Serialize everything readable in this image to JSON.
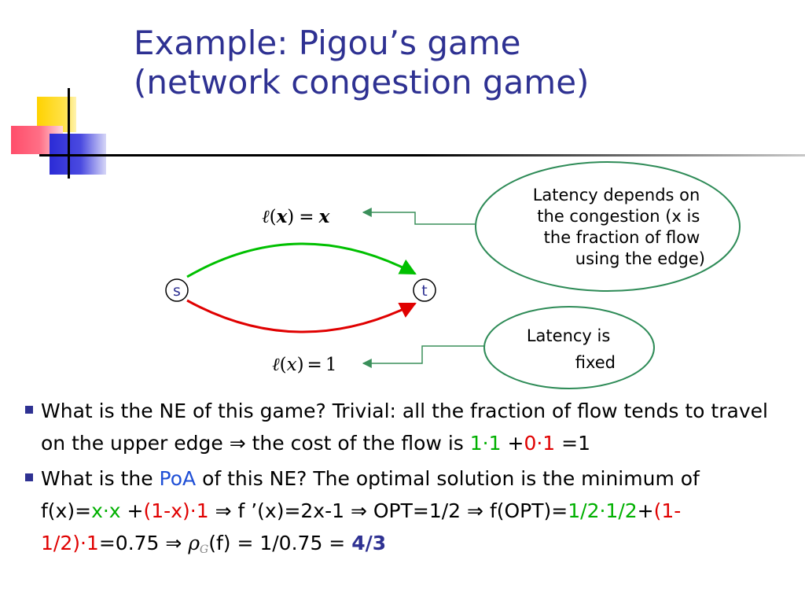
{
  "slide": {
    "title_line1": "Example: Pigou’s game",
    "title_line2": "(network congestion game)"
  },
  "diagram": {
    "node_s": "s",
    "node_t": "t",
    "upper_latency": {
      "l": "ℓ",
      "open": "(",
      "x": "x",
      "close": ")",
      "eq": "=",
      "rhs": "x"
    },
    "lower_latency": {
      "l": "ℓ",
      "open": "(",
      "x": "x",
      "close": ")",
      "eq": "=",
      "rhs": "1"
    },
    "callout_upper": [
      "Latency depends on",
      "the congestion (x is",
      "the fraction of flow",
      "using the edge)"
    ],
    "callout_lower": [
      "Latency is",
      "fixed"
    ]
  },
  "bullets": {
    "b1": {
      "t1": "What is the NE of this game? Trivial: all the fraction of flow tends to travel on the upper edge ",
      "implies": "⇒",
      "t2": " the cost of the flow is ",
      "green": "1·1",
      "t3": " +",
      "red": "0·1",
      "t4": " =1"
    },
    "b2": {
      "t1": "What is the ",
      "poa": "PoA",
      "t2": " of this NE? The optimal solution is the minimum of f(x)=",
      "g1": "x·x",
      "t3": " +",
      "r1": "(1-x)·1",
      "t4": " ",
      "imp1": "⇒",
      "t5": " f ’(x)=2x-1 ",
      "imp2": "⇒",
      "t6": " OPT=1/2 ",
      "imp3": "⇒",
      "t7": " f(OPT)=",
      "g2": "1/2·1/2",
      "t8": "+",
      "r2": "(1-1/2)·1",
      "t9": "=0.75 ",
      "imp4": "⇒",
      "t10": " ",
      "rho": "ρ",
      "rho_sub": "G",
      "t11": "(f) = 1/0.75 = ",
      "answer": "4/3"
    }
  },
  "colors": {
    "title": "#2e3192",
    "green_edge": "#00c000",
    "red_edge": "#e00000",
    "callout_border": "#2e8b57",
    "bullet": "#2e3192"
  }
}
